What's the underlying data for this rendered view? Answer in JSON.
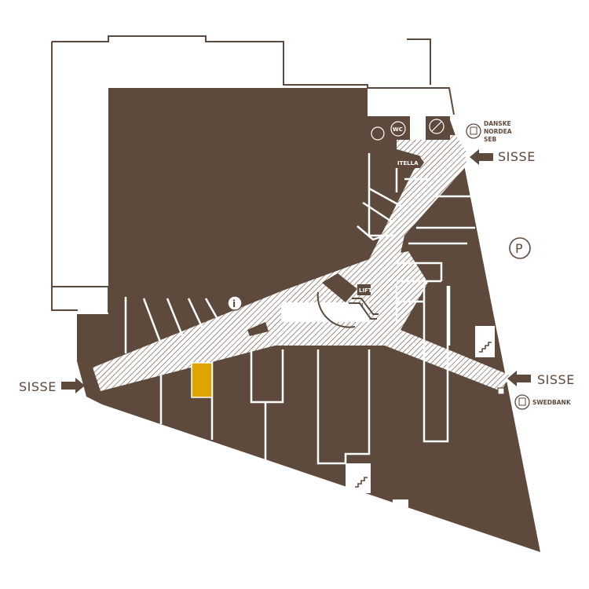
{
  "colors": {
    "store": "#5e4a3c",
    "corridor": "#ffffff",
    "hatch": "#5e4a3c",
    "highlight": "#e0a400",
    "outline": "#5e4a3c"
  },
  "entrances": {
    "left": "SISSE",
    "top_right": "SISSE",
    "bottom_right": "SISSE"
  },
  "atms": {
    "top": [
      "DANSKE",
      "NORDEA",
      "SEB"
    ],
    "bottom": "SWEDBANK"
  },
  "labels": {
    "itella": "ITELLA",
    "lift": "LIFT",
    "wc": "WC",
    "parking": "P",
    "info": "i"
  },
  "icons": [
    "baby-care-icon",
    "wc-icon",
    "accessibility-icon",
    "atm-icon",
    "info-icon",
    "lift-icon",
    "escalator-icon",
    "stairs-icon",
    "parking-icon",
    "entrance-arrow-icon"
  ],
  "highlighted_store": "selected-store"
}
